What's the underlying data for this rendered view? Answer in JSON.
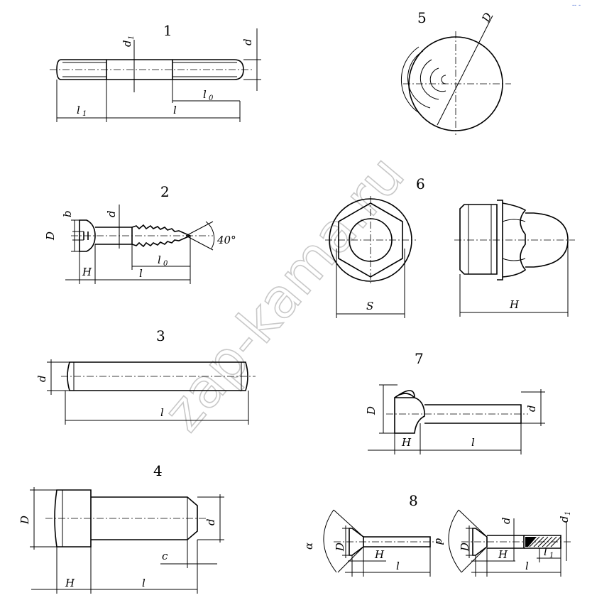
{
  "watermark": "zap-kama.ru",
  "corner_mark": "-- -",
  "figures": [
    {
      "number": "1",
      "labels": {
        "d1": "d",
        "d1_sub": "1",
        "d": "d",
        "l0": "l",
        "l0_sub": "0",
        "l1": "l",
        "l1_sub": "1",
        "l": "l"
      }
    },
    {
      "number": "2",
      "labels": {
        "D": "D",
        "b": "b",
        "d": "d",
        "angle": "40°",
        "l0": "l",
        "l0_sub": "0",
        "H": "H",
        "l": "l"
      }
    },
    {
      "number": "3",
      "labels": {
        "d": "d",
        "l": "l"
      }
    },
    {
      "number": "4",
      "labels": {
        "D": "D",
        "d": "d",
        "c": "c",
        "H": "H",
        "l": "l"
      }
    },
    {
      "number": "5",
      "labels": {
        "D": "D"
      }
    },
    {
      "number": "6",
      "labels": {
        "S": "S",
        "H": "H"
      }
    },
    {
      "number": "7",
      "labels": {
        "D": "D",
        "d": "d",
        "H": "H",
        "l": "l"
      }
    },
    {
      "number": "8",
      "labels": {
        "alpha": "α",
        "D": "D",
        "d": "d",
        "H": "H",
        "l": "l",
        "D2": "D",
        "d2": "d",
        "d1": "d",
        "d1_sub": "1",
        "H2": "H",
        "l2": "l",
        "l1": "l",
        "l1_sub": "1"
      }
    }
  ]
}
